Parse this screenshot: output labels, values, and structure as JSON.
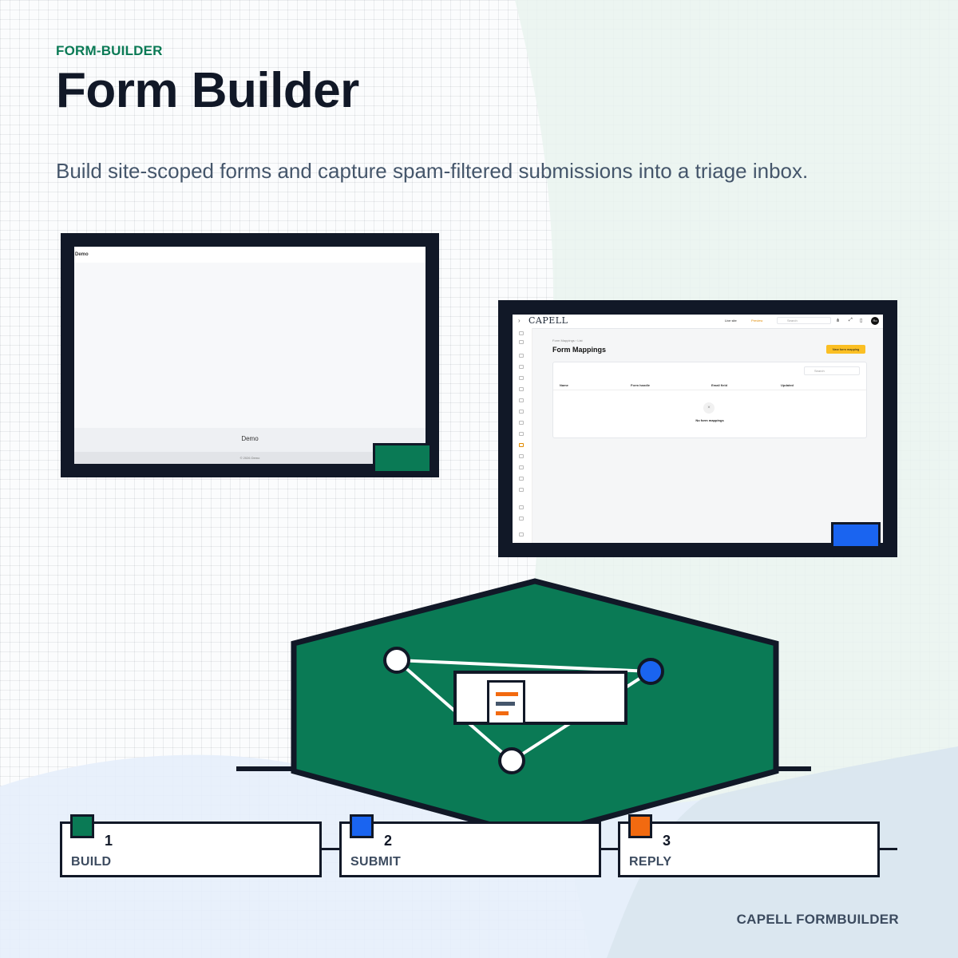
{
  "header": {
    "eyebrow": "FORM-BUILDER",
    "title": "Form Builder",
    "subtitle": "Build site-scoped forms and capture spam-filtered submissions into a triage inbox."
  },
  "colors": {
    "green": "#0a7a55",
    "blue": "#1a64f0",
    "orange": "#f26a10",
    "ink": "#111827"
  },
  "left_screenshot": {
    "site_name": "Demo",
    "footer_name": "Demo",
    "copyright": "© 2026 Demo"
  },
  "right_screenshot": {
    "logo": "CAPELL",
    "live_site": "Live site",
    "preview": "Preview",
    "search_placeholder": "Search",
    "avatar": "Ro",
    "breadcrumb": "Form Mappings  ›  List",
    "page_title": "Form Mappings",
    "new_button": "New form mapping",
    "table_search": "Search",
    "columns": [
      "Name",
      "Form handle",
      "Email field",
      "Updated"
    ],
    "empty_text": "No form mappings"
  },
  "steps": [
    {
      "num": "1",
      "label": "BUILD"
    },
    {
      "num": "2",
      "label": "SUBMIT"
    },
    {
      "num": "3",
      "label": "REPLY"
    }
  ],
  "footer": "CAPELL FORMBUILDER"
}
